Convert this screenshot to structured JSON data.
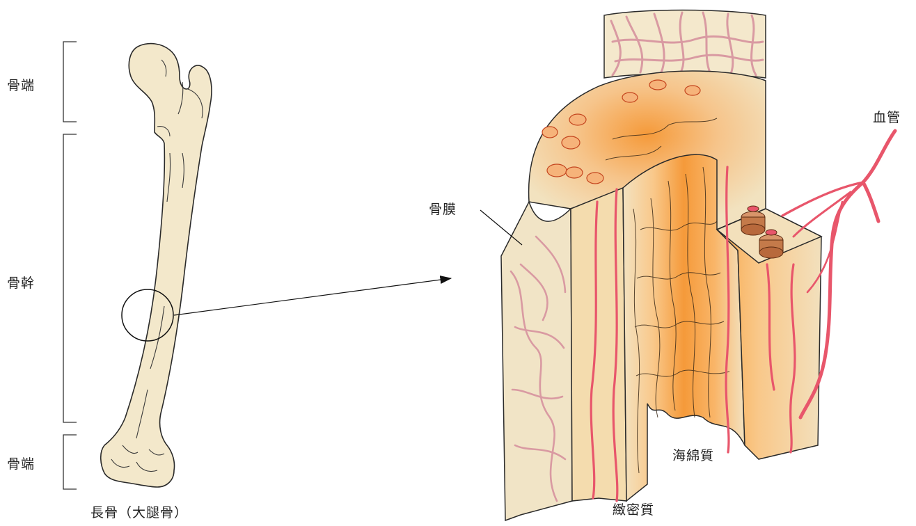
{
  "labels": {
    "epiphysis_top": "骨端",
    "diaphysis": "骨幹",
    "epiphysis_bottom": "骨端",
    "caption": "長骨（大腿骨）",
    "periosteum": "骨膜",
    "blood_vessel": "血管",
    "spongy_bone": "海綿質",
    "compact_bone": "緻密質"
  },
  "colors": {
    "bone_fill": "#f3e8cb",
    "bone_stroke": "#2a2a2a",
    "periosteum_vessels": "#e8b7bb",
    "marrow_orange": "#f59a3a",
    "marrow_light": "#f9c88a",
    "blood_vessel": "#e8566b"
  }
}
